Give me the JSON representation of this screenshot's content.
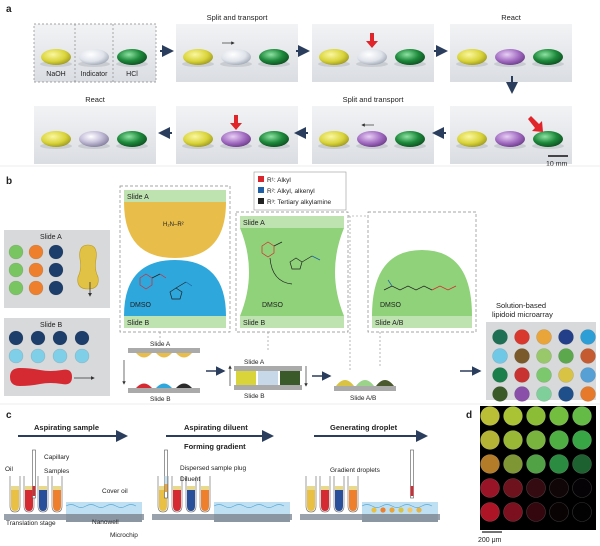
{
  "panel_a": {
    "letter": "a",
    "start_labels": [
      "NaOH",
      "Indicator",
      "HCl"
    ],
    "step_titles": [
      "Split and transport",
      "React",
      "Split and transport",
      "React"
    ],
    "scale_bar": "10 mm"
  },
  "panel_b": {
    "letter": "b",
    "slide_a_label": "Slide A",
    "slide_b_label": "Slide B",
    "slide_ab_label": "Slide A/B",
    "dmso_label": "DMSO",
    "reagent_formula": "H₂N–R²",
    "legend": [
      {
        "text": "R¹: Alkyl",
        "color": "#d7262e"
      },
      {
        "text": "R²: Alkyl, alkenyl",
        "color": "#1f5fa8"
      },
      {
        "text": "R³: Tertiary alkylamine",
        "color": "#222222"
      }
    ],
    "result_label_1": "Solution-based",
    "result_label_2": "lipidoid microarray"
  },
  "panel_c": {
    "letter": "c",
    "step_titles": [
      "Aspirating sample",
      "Aspirating diluent",
      "Generating droplet"
    ],
    "step2_subtitle": "Forming gradient",
    "labels": {
      "oil": "Oil",
      "capillary": "Capillary",
      "samples": "Samples",
      "cover_oil": "Cover oil",
      "translation_stage": "Translation stage",
      "nanowell": "Nanowell",
      "microchip": "Microchip",
      "dispersed_plug": "Dispersed sample plug",
      "diluent": "Diluent",
      "gradient_droplets": "Gradient droplets"
    }
  },
  "panel_d": {
    "letter": "d",
    "scale_bar": "200 μm"
  },
  "colors": {
    "yellow_droplet": "#d9d43a",
    "clear_droplet": "#e4e8ee",
    "green_droplet": "#1e8a3c",
    "purple_droplet": "#a06ac0",
    "arrow": "#2b3d5c",
    "red_arrow": "#e0242a",
    "slide_green": "#bfe3b0",
    "dmso_blue": "#2ea7dd",
    "sample_yellow": "#eac044"
  }
}
